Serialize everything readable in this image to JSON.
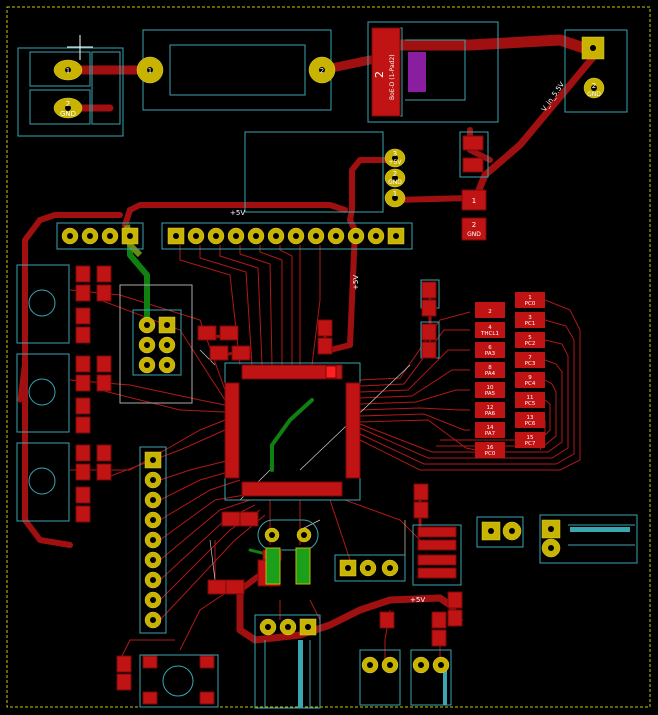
{
  "colors": {
    "background": "#000000",
    "board_edge": "#c8c800",
    "copper_top": "#a01010",
    "copper_top_bright": "#d01010",
    "copper_bottom": "#108010",
    "pad": "#c8b400",
    "silkscreen": "#3aa6b0",
    "label": "#ffffff"
  },
  "labels": {
    "power_in_pin1": "1",
    "power_in_pin2": "2",
    "power_in_gnd": "GND",
    "header_pin3": "3",
    "header_5v": "+5V",
    "header_pin2": "2",
    "header_gnd": "GND",
    "header_pin1": "1",
    "regulator_ref": "2",
    "regulator_name": "BoE-D (1-Pad2)",
    "vin_label": "V_in_5.5V",
    "vin_pin2": "2",
    "vin_gnd": "GND",
    "cap_pin1": "1",
    "cap_pin2": "2",
    "cap_gnd": "GND",
    "net_5v_top": "+5V",
    "net_5v_mid": "+5V",
    "net_5v_bottom": "+5V",
    "port_a": [
      "2",
      "4\nTHCL1",
      "6\nPA3",
      "8\nPA4",
      "10\nPA5",
      "12\nPA6",
      "14\nPA7",
      "16\nPC0"
    ],
    "port_c": [
      "1\nPC0",
      "3\nPC1",
      "5\nPC2",
      "7\nPC3",
      "9\nPC4",
      "11\nPC5",
      "13\nPC6",
      "15\nPC7"
    ]
  }
}
